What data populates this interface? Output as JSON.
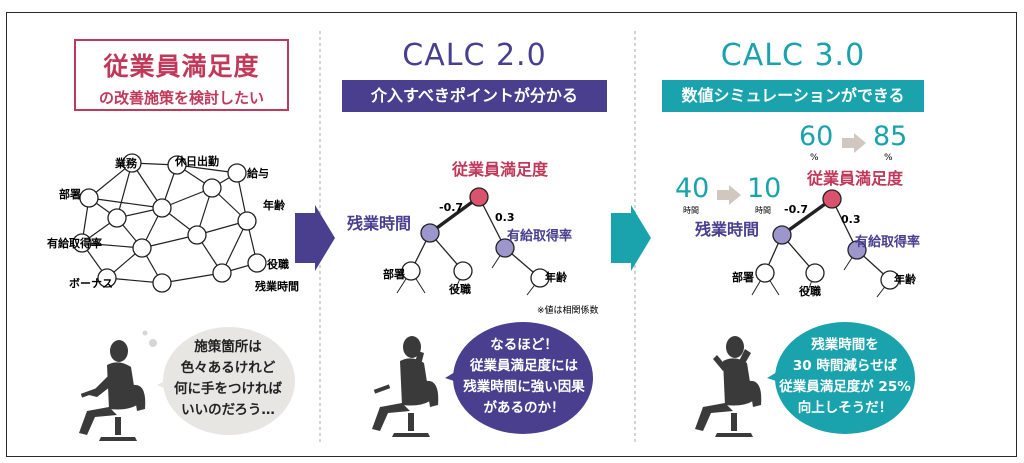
{
  "panel1": {
    "title_main": "従業員満足度",
    "title_sub": "の改善施策を検討したい",
    "network_labels": [
      "業務",
      "休日出勤",
      "給与",
      "部署",
      "年齢",
      "有給取得率",
      "役職",
      "ボーナス",
      "残業時間"
    ],
    "bubble": [
      "施策箇所は",
      "色々あるけれど",
      "何に手をつければ",
      "いいのだろう…"
    ]
  },
  "panel2": {
    "heading": "CALC 2.0",
    "band": "介入すべきポイントが分かる",
    "root_label": "従業員満足度",
    "left_label": "残業時間",
    "right_label": "有給取得率",
    "coef_left": "-0.7",
    "coef_right": "0.3",
    "leaf1": "部署",
    "leaf2": "役職",
    "leaf3": "年齢",
    "note": "※値は相関係数",
    "bubble": [
      "なるほど！",
      "従業員満足度には",
      "残業時間に強い因果",
      "があるのか！"
    ]
  },
  "panel3": {
    "heading": "CALC 3.0",
    "band": "数値シミュレーションができる",
    "pct_from": "60",
    "pct_to": "85",
    "pct_unit": "%",
    "hours_from": "40",
    "hours_to": "10",
    "hours_unit": "時間",
    "root_label": "従業員満足度",
    "left_label": "残業時間",
    "right_label": "有給取得率",
    "coef_left": "-0.7",
    "coef_right": "0.3",
    "leaf1": "部署",
    "leaf2": "役職",
    "leaf3": "年齢",
    "bubble": [
      "残業時間を",
      "30 時間減らせば",
      "従業員満足度が 25%",
      "向上しそうだ！"
    ]
  },
  "colors": {
    "pink": "#c0395a",
    "purple": "#4a3f8f",
    "lavender": "#9d96cc",
    "teal": "#1aa3ad",
    "root_node": "#d9536e",
    "bubble_gray": "#e8e6e3",
    "arrow_gray": "#cfc7c0"
  }
}
